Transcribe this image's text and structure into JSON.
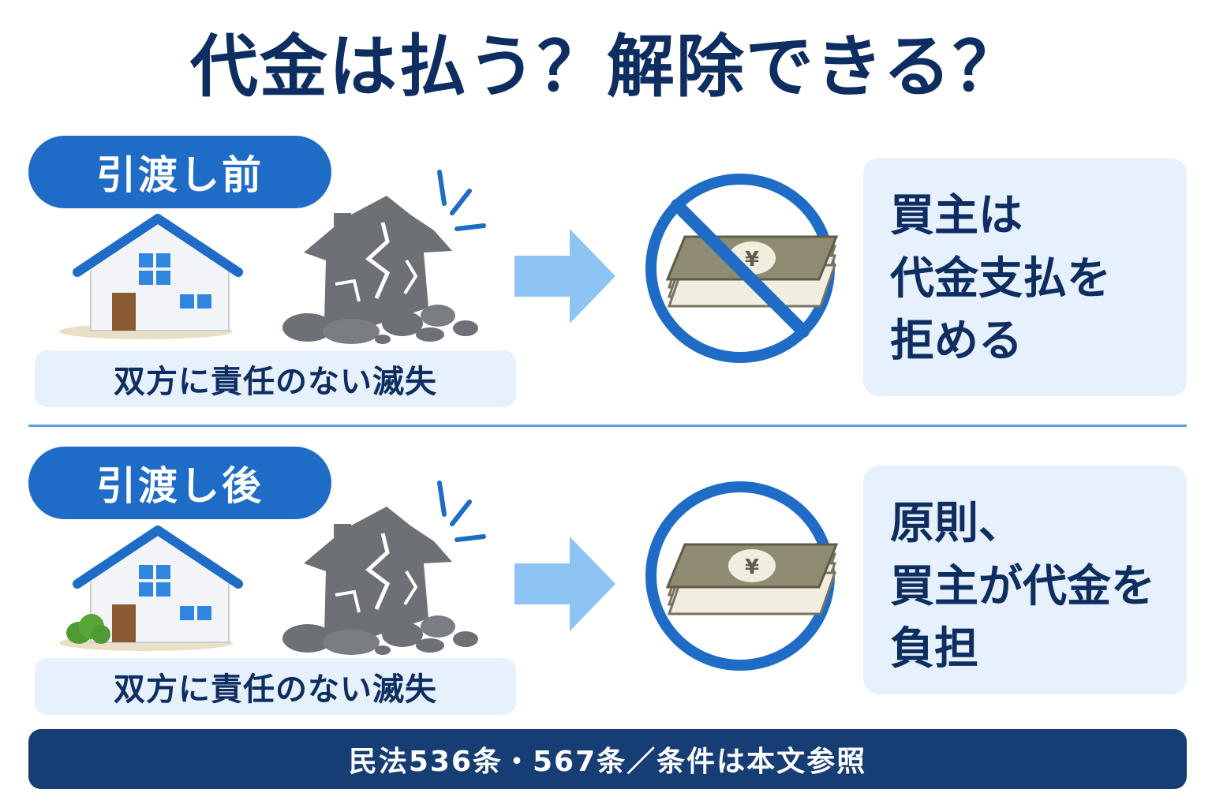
{
  "title": "代金は払う？解除できる？",
  "rows": [
    {
      "label": "引渡し前",
      "caption": "双方に責任のない滅失",
      "result_lines": [
        "買主は",
        "代金支払を",
        "拒める"
      ],
      "money_prohibited": true
    },
    {
      "label": "引渡し後",
      "caption": "双方に責任のない滅失",
      "result_lines": [
        "原則、",
        "買主が代金を",
        "負担"
      ],
      "money_prohibited": false
    }
  ],
  "money_symbol": "¥",
  "footer": "民法536条・567条／条件は本文参照",
  "icons": [
    "house-icon",
    "collapsed-house-icon",
    "arrow-right-icon",
    "money-stack-icon",
    "prohibited-sign-icon",
    "bush-icon"
  ],
  "colors": {
    "title": "#0e2e61",
    "pill": "#1f6cc7",
    "panel": "#e6f1fd",
    "footer": "#173e74",
    "arrow": "#8ec4f4",
    "circle": "#1f6cc7"
  }
}
